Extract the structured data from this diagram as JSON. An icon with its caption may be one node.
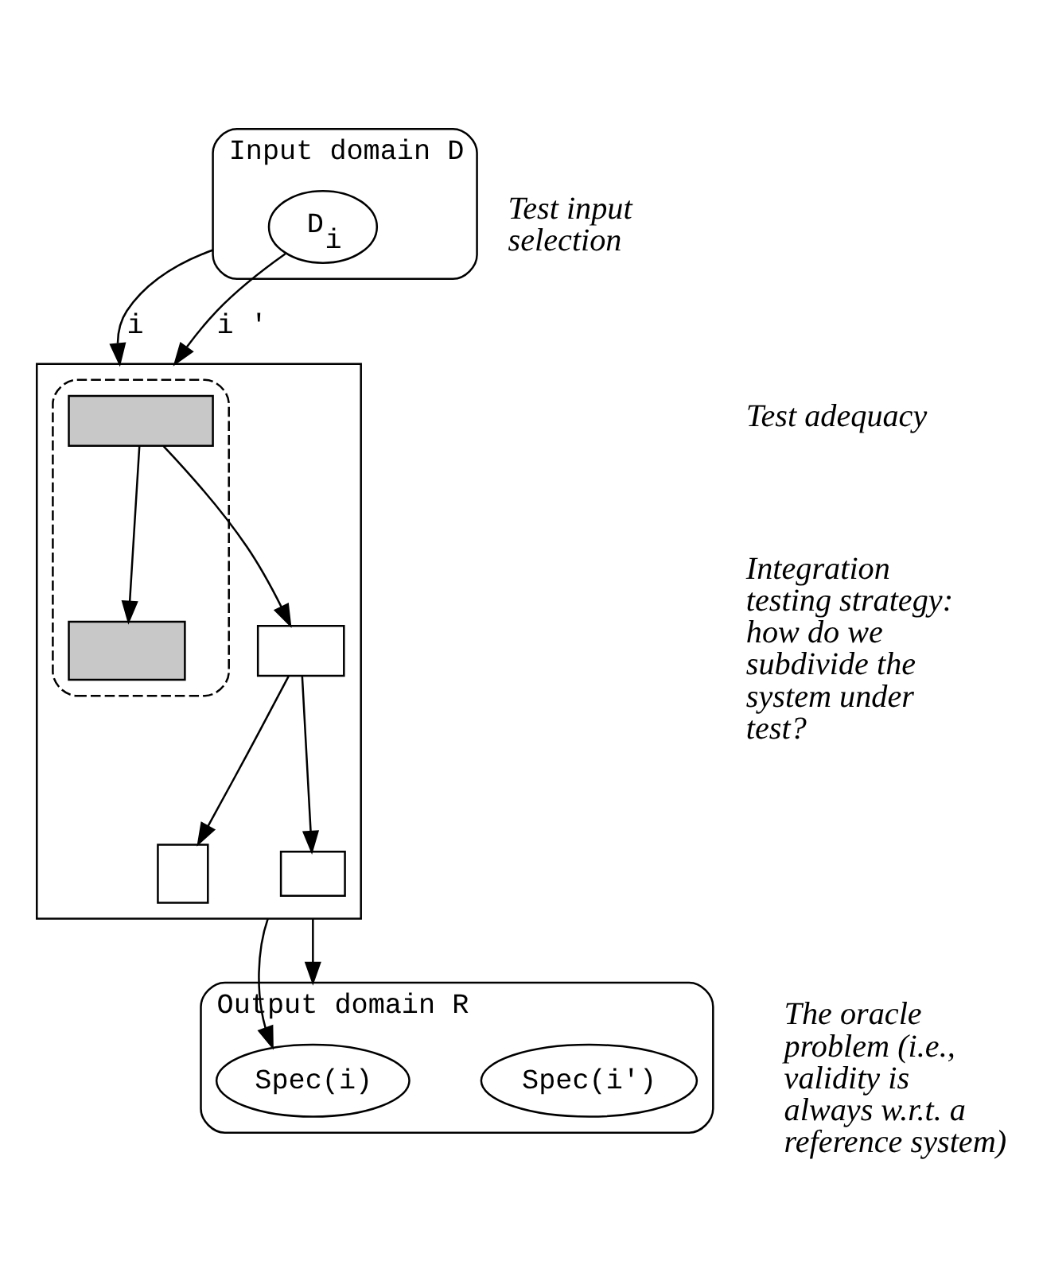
{
  "diagram": {
    "nodes": [
      {
        "text": [
          "Input domain D"
        ]
      },
      {
        "text": [
          "D$_{i}$"
        ],
        "in": 0
      },
      {
        "text": [],
        "shape": "box"
      },
      {
        "text": [],
        "shape": "blob",
        "in": 2
      },
      {
        "text": [],
        "shape": "box",
        "in": 3
      },
      {
        "text": [],
        "shape": "box",
        "in": 3
      },
      {
        "text": [],
        "shape": "box",
        "in": 2
      },
      {
        "text": [],
        "shape": "box",
        "in": 2
      },
      {
        "text": [],
        "shape": "box",
        "in": 2
      },
      {
        "text": [
          "Output domain R"
        ]
      },
      {
        "text": [
          "Spec(i)"
        ],
        "in": 9
      },
      {
        "text": [
          "Spec(i')"
        ],
        "in": 9
      }
    ],
    "edges": [
      {
        "from": 0,
        "to": 2,
        "arrow": "to",
        "label": "i"
      },
      {
        "from": 1,
        "to": 2,
        "arrow": "to",
        "label": "i '"
      },
      {
        "from": 4,
        "to": 5,
        "arrow": "to"
      },
      {
        "from": 4,
        "to": 6,
        "arrow": "to"
      },
      {
        "from": 6,
        "to": 7,
        "arrow": "to"
      },
      {
        "from": 6,
        "to": 8,
        "arrow": "to"
      },
      {
        "from": 2,
        "to": 10,
        "arrow": "to"
      },
      {
        "from": 2,
        "to": 9,
        "arrow": "to"
      }
    ],
    "labels": [
      "Test input selection",
      "Test adequacy",
      "Integration testing strategy: how do we subdivide the system under test?",
      "The oracle problem (i.e., validity is always w.r.t. a reference system)"
    ]
  }
}
